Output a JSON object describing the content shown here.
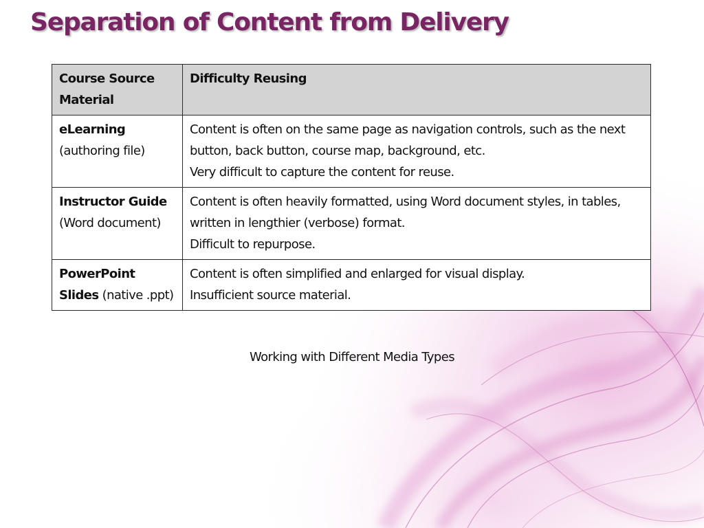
{
  "slide": {
    "title": "Separation of Content from Delivery",
    "title_color": "#7a2563",
    "caption": "Working with Different Media Types",
    "background_decoration": "pink-purple-smoke-swirl"
  },
  "table": {
    "header_background": "#d3d3d3",
    "headers": [
      "Course Source Material",
      "Difficulty Reusing"
    ],
    "rows": [
      {
        "source_bold": "eLearning",
        "source_rest": "(authoring file)",
        "difficulty": [
          "Content is often on the same page as navigation controls, such as the next button, back button, course map, background, etc.",
          "Very difficult to capture the content for reuse."
        ]
      },
      {
        "source_bold": "Instructor Guide",
        "source_rest": "(Word document)",
        "difficulty": [
          "Content is often heavily formatted, using Word document styles, in tables, written in lengthier (verbose) format.",
          "Difficult to repurpose."
        ]
      },
      {
        "source_bold": "PowerPoint Slides",
        "source_rest": "(native .ppt)",
        "difficulty": [
          "Content is often simplified and enlarged for visual display.",
          "Insufficient source material."
        ]
      }
    ]
  }
}
